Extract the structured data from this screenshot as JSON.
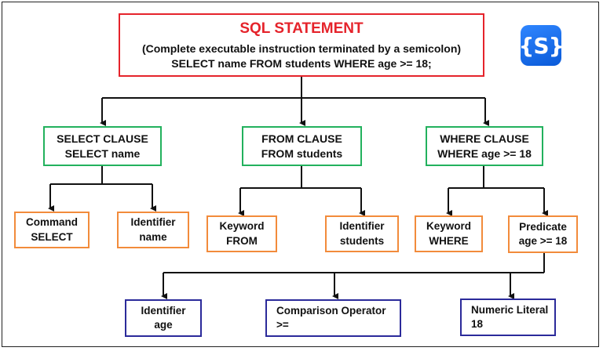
{
  "logo": {
    "text": "{S}",
    "colors": {
      "from": "#2f86ff",
      "to": "#0a5ad8"
    }
  },
  "root": {
    "title": "SQL STATEMENT",
    "subtitle": "(Complete executable instruction terminated by a semicolon)",
    "statement": "SELECT name FROM students WHERE age >= 18;"
  },
  "clauses": [
    {
      "title": "SELECT CLAUSE",
      "text": "SELECT name"
    },
    {
      "title": "FROM CLAUSE",
      "text": "FROM students"
    },
    {
      "title": "WHERE CLAUSE",
      "text": "WHERE age >= 18"
    }
  ],
  "parts": [
    {
      "title": "Command",
      "text": "SELECT"
    },
    {
      "title": "Identifier",
      "text": "name"
    },
    {
      "title": "Keyword",
      "text": "FROM"
    },
    {
      "title": "Identifier",
      "text": "students"
    },
    {
      "title": "Keyword",
      "text": "WHERE"
    },
    {
      "title": "Predicate",
      "text": "age >= 18"
    }
  ],
  "predicate_parts": [
    {
      "title": "Identifier",
      "text": "age"
    },
    {
      "title": "Comparison Operator",
      "text": ">="
    },
    {
      "title": "Numeric Literal",
      "text": "18"
    }
  ],
  "colors": {
    "root": "#e5232b",
    "clause": "#22b15d",
    "part": "#f28b3b",
    "leaf": "#2b2a9a"
  }
}
